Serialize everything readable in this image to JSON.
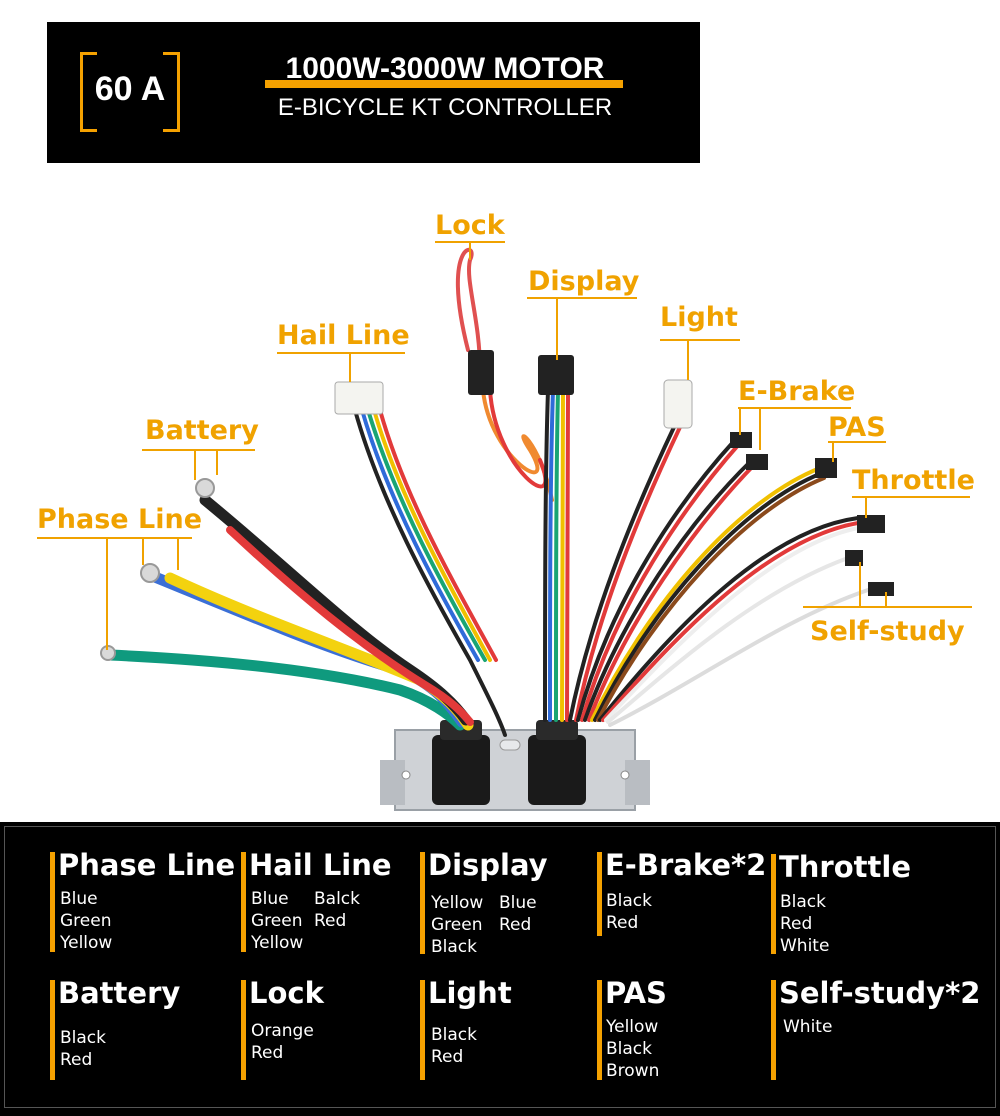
{
  "header": {
    "amperage": "60 A",
    "title": "1000W-3000W MOTOR",
    "subtitle": "E-BICYCLE KT CONTROLLER"
  },
  "callouts": {
    "lock": "Lock",
    "display": "Display",
    "light": "Light",
    "hail_line": "Hail Line",
    "e_brake": "E-Brake",
    "pas": "PAS",
    "battery": "Battery",
    "throttle": "Throttle",
    "phase_line": "Phase Line",
    "self_study": "Self-study"
  },
  "legend": [
    {
      "title": "Phase Line",
      "col1": [
        "Blue",
        "Green",
        "Yellow"
      ],
      "col2": []
    },
    {
      "title": "Hail Line",
      "col1": [
        "Blue",
        "Green",
        "Yellow"
      ],
      "col2": [
        "Balck",
        "Red"
      ]
    },
    {
      "title": "Display",
      "col1": [
        "Yellow",
        "Green",
        "Black"
      ],
      "col2": [
        "Blue",
        "Red"
      ]
    },
    {
      "title": "E-Brake*2",
      "col1": [
        "Black",
        "Red"
      ],
      "col2": []
    },
    {
      "title": "Throttle",
      "col1": [
        "Black",
        "Red",
        "White"
      ],
      "col2": []
    },
    {
      "title": "Battery",
      "col1": [
        "Black",
        "Red"
      ],
      "col2": []
    },
    {
      "title": "Lock",
      "col1": [
        "Orange",
        "Red"
      ],
      "col2": []
    },
    {
      "title": "Light",
      "col1": [
        "Black",
        "Red"
      ],
      "col2": []
    },
    {
      "title": "PAS",
      "col1": [
        "Yellow",
        "Black",
        "Brown"
      ],
      "col2": []
    },
    {
      "title": "Self-study*2",
      "col1": [
        "White"
      ],
      "col2": []
    }
  ],
  "colors": {
    "accent": "#f5a100",
    "label": "#f0a200"
  }
}
